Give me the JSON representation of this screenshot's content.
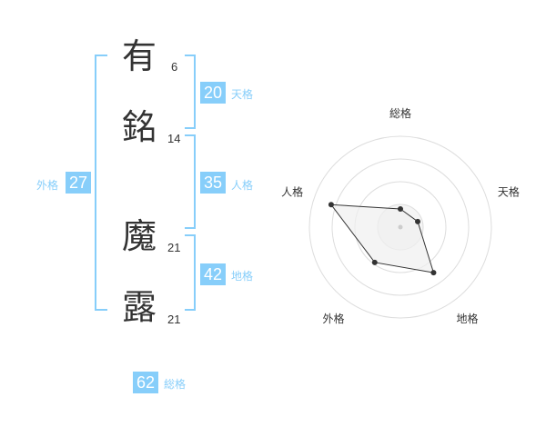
{
  "name": {
    "characters": [
      {
        "char": "有",
        "strokes": "6"
      },
      {
        "char": "銘",
        "strokes": "14"
      },
      {
        "char": "魔",
        "strokes": "21"
      },
      {
        "char": "露",
        "strokes": "21"
      }
    ]
  },
  "fortune": {
    "tenkaku": {
      "label": "天格",
      "value": "20"
    },
    "jinkaku": {
      "label": "人格",
      "value": "35"
    },
    "chikaku": {
      "label": "地格",
      "value": "42"
    },
    "gaikaku": {
      "label": "外格",
      "value": "27"
    },
    "soukaku": {
      "label": "総格",
      "value": "62"
    }
  },
  "colors": {
    "accent": "#87cefa",
    "text": "#333333",
    "radar_fill": "#f0f0f0",
    "radar_stroke": "#333333",
    "grid": "#dddddd"
  },
  "chart_data": {
    "type": "radar",
    "axes": [
      "総格",
      "天格",
      "地格",
      "外格",
      "人格"
    ],
    "values": [
      0.2,
      0.2,
      0.62,
      0.48,
      0.8
    ],
    "max": 1,
    "rings": 4
  }
}
